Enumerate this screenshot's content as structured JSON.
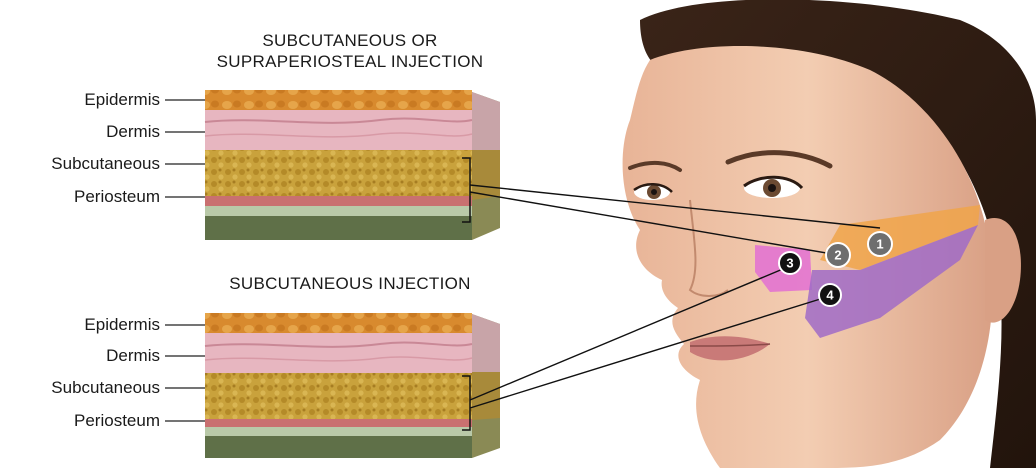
{
  "top_block": {
    "title_line1": "SUBCUTANEOUS OR",
    "title_line2": "SUPRAPERIOSTEAL INJECTION",
    "labels": [
      "Epidermis",
      "Dermis",
      "Subcutaneous",
      "Periosteum"
    ]
  },
  "bottom_block": {
    "title": "SUBCUTANEOUS INJECTION",
    "labels": [
      "Epidermis",
      "Dermis",
      "Subcutaneous",
      "Periosteum"
    ]
  },
  "zones": [
    {
      "number": "1",
      "color": "#f0a54a",
      "badge": "#6e6e6e"
    },
    {
      "number": "2",
      "color": "#f0a54a",
      "badge": "#6e6e6e"
    },
    {
      "number": "3",
      "color": "#d57bd0",
      "badge": "#111111"
    },
    {
      "number": "4",
      "color": "#a06bc7",
      "badge": "#111111"
    }
  ],
  "colors": {
    "epidermis": "#d88a2e",
    "dermis": "#e7b6c0",
    "subcutaneous": "#c9a23c",
    "periosteum": "#c97070",
    "bone": "#5f7048",
    "skin": "#efc3a6"
  }
}
